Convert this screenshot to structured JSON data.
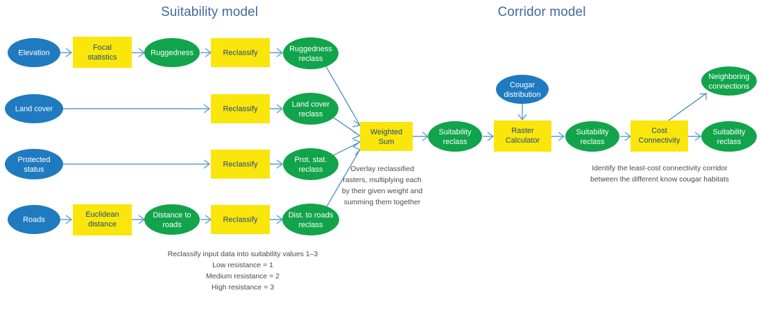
{
  "colors": {
    "blue": "#1f7ac0",
    "green": "#12a44b",
    "yellow": "#fae60a",
    "arrow": "#5b9bd0",
    "title": "#41699f",
    "annotation": "#4a4a4a",
    "yellow_label": "#1c4a86",
    "background": "#ffffff"
  },
  "titles": {
    "suitability": "Suitability model",
    "corridor": "Corridor model"
  },
  "suitability_model": {
    "rows": [
      {
        "input": "Elevation",
        "tool1": "Focal\nstatistics",
        "intermediate": "Ruggedness",
        "tool2": "Reclassify",
        "output": "Ruggedness\nreclass"
      },
      {
        "input": "Land cover",
        "tool2": "Reclassify",
        "output": "Land cover\nreclass"
      },
      {
        "input": "Protected\nstatus",
        "tool2": "Reclassify",
        "output": "Prot. stat.\nreclass"
      },
      {
        "input": "Roads",
        "tool1": "Euclidean\ndistance",
        "intermediate": "Distance to\nroads",
        "tool2": "Reclassify",
        "output": "Dist. to  roads\nreclass"
      }
    ],
    "merge_tool": "Weighted\nSum",
    "merge_output": "Suitability\nreclass"
  },
  "corridor_model": {
    "input": "Cougar\ndistribution",
    "tool1": "Raster\nCalculator",
    "mid_output": "Suitability\nreclass",
    "tool2": "Cost\nConnectivity",
    "side_output": "Neighboring\nconnections",
    "final_output": "Suitability\nreclass"
  },
  "annotations": {
    "weighted_sum": [
      "Overlay reclassified",
      "rasters, multiplying each",
      "by their given weight and",
      "summing them together"
    ],
    "reclassify": [
      "Reclassify input data into suitability values 1–3",
      "Low resistance = 1",
      "Medium resistance = 2",
      "High resistance = 3"
    ],
    "corridor": [
      "Identify the least-cost connectivity corridor",
      "between the different know cougar habitats"
    ]
  },
  "node_labels": {
    "elevation": "Elevation",
    "focal_statistics_l1": "Focal",
    "focal_statistics_l2": "statistics",
    "ruggedness": "Ruggedness",
    "reclassify_1": "Reclassify",
    "ruggedness_reclass_l1": "Ruggedness",
    "ruggedness_reclass_l2": "reclass",
    "land_cover": "Land cover",
    "reclassify_2": "Reclassify",
    "land_cover_reclass_l1": "Land cover",
    "land_cover_reclass_l2": "reclass",
    "protected_status_l1": "Protected",
    "protected_status_l2": "status",
    "reclassify_3": "Reclassify",
    "prot_stat_reclass_l1": "Prot. stat.",
    "prot_stat_reclass_l2": "reclass",
    "roads": "Roads",
    "euclidean_distance_l1": "Euclidean",
    "euclidean_distance_l2": "distance",
    "distance_to_roads_l1": "Distance to",
    "distance_to_roads_l2": "roads",
    "reclassify_4": "Reclassify",
    "dist_roads_reclass_l1": "Dist. to  roads",
    "dist_roads_reclass_l2": "reclass",
    "weighted_sum_l1": "Weighted",
    "weighted_sum_l2": "Sum",
    "suitability_reclass_1": "Suitability",
    "suitability_reclass_1b": "reclass",
    "cougar_distribution_l1": "Cougar",
    "cougar_distribution_l2": "distribution",
    "raster_calculator_l1": "Raster",
    "raster_calculator_l2": "Calculator",
    "suitability_reclass_2": "Suitability",
    "suitability_reclass_2b": "reclass",
    "cost_connectivity_l1": "Cost",
    "cost_connectivity_l2": "Connectivity",
    "neighboring_connections_l1": "Neighboring",
    "neighboring_connections_l2": "connections",
    "suitability_reclass_3": "Suitability",
    "suitability_reclass_3b": "reclass"
  },
  "annotation_lines": {
    "ws1": "Overlay reclassified",
    "ws2": "rasters, multiplying each",
    "ws3": "by their given weight and",
    "ws4": "summing them together",
    "rc1": "Reclassify input data into suitability values 1–3",
    "rc2": "Low resistance = 1",
    "rc3": "Medium resistance = 2",
    "rc4": "High resistance = 3",
    "cm1": "Identify the least-cost connectivity corridor",
    "cm2": "between the different know cougar habitats"
  }
}
